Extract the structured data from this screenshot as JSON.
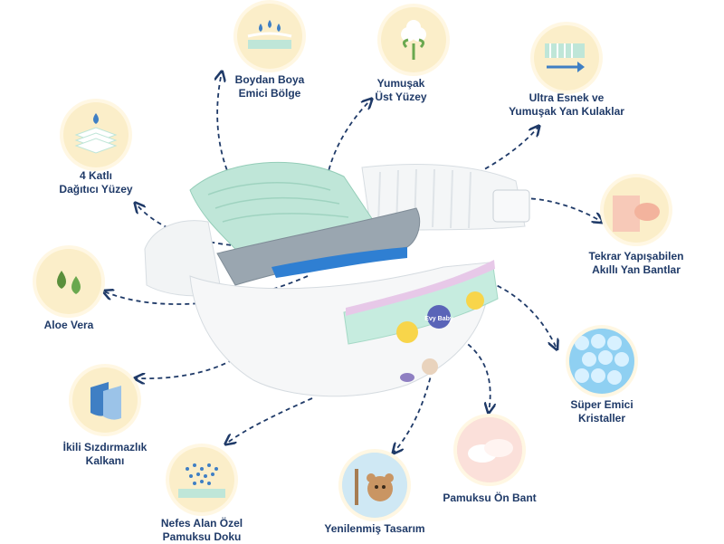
{
  "features": {
    "boydan_boya": "Boydan Boya\nEmici Bölge",
    "yumusak_yuzey": "Yumuşak\nÜst Yüzey",
    "ultra_esnek": "Ultra Esnek ve\nYumuşak Yan Kulaklar",
    "dort_katli": "4 Katlı\nDağıtıcı Yüzey",
    "tekrar_yapisabilen": "Tekrar Yapışabilen\nAkıllı Yan Bantlar",
    "aloe_vera": "Aloe Vera",
    "super_emici": "Süper Emici\nKristaller",
    "ikili_sizdirmazlik": "İkili Sızdırmazlık\nKalkanı",
    "pamuksu_on_bant": "Pamuksu Ön Bant",
    "nefes_alan": "Nefes Alan Özel\nPamuksu Doku",
    "yenilenmis_tasarim": "Yenilenmiş Tasarım"
  },
  "brand_logo": "Evy Baby",
  "colors": {
    "arrow": "#1f3a68",
    "label": "#1f3a68",
    "icon_bg": "#fbeec9",
    "mint": "#bfe6d8",
    "blue": "#3f7fc4"
  }
}
